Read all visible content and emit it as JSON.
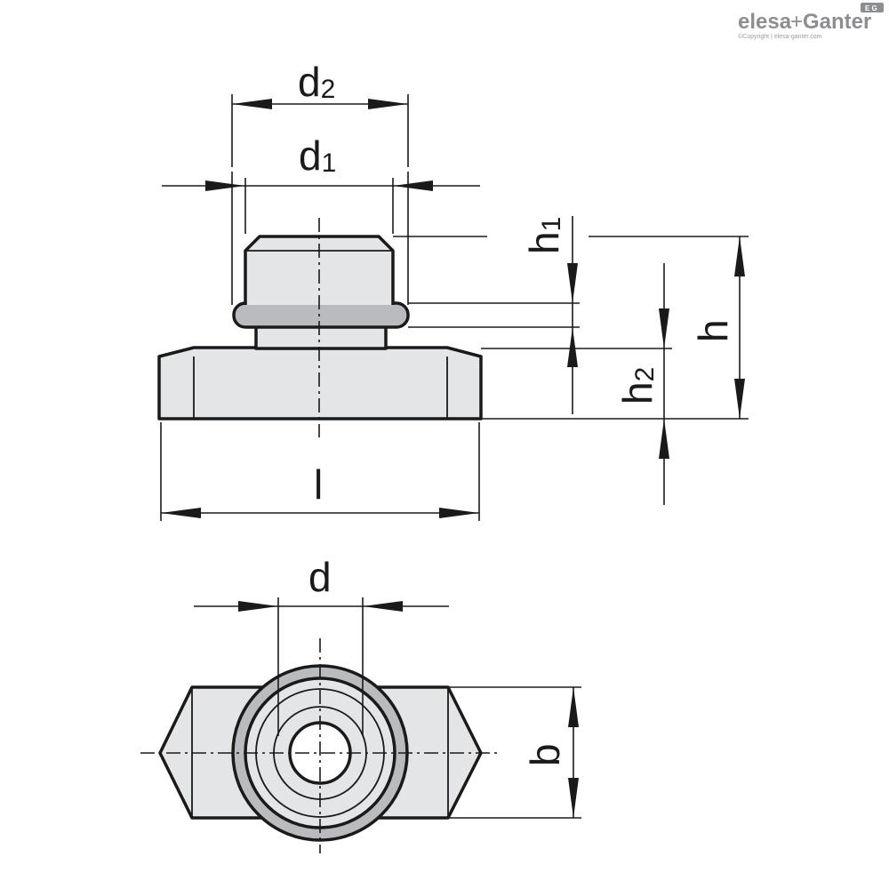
{
  "brand": {
    "name_part1": "elesa",
    "plus": "+",
    "name_part2": "Ganter",
    "badge": "E G",
    "copyright": "©Copyright | elesa-ganter.com",
    "color": "#8c8e91"
  },
  "labels": {
    "d2_main": "d",
    "d2_sub": "2",
    "d1_main": "d",
    "d1_sub": "1",
    "h1_main": "h",
    "h1_sub": "1",
    "h": "h",
    "h2_main": "h",
    "h2_sub": "2",
    "l": "l",
    "d": "d",
    "b": "b"
  },
  "colors": {
    "body_fill": "#e4e5e7",
    "ring_fill": "#b9bbbe",
    "line": "#1a1a1a"
  }
}
